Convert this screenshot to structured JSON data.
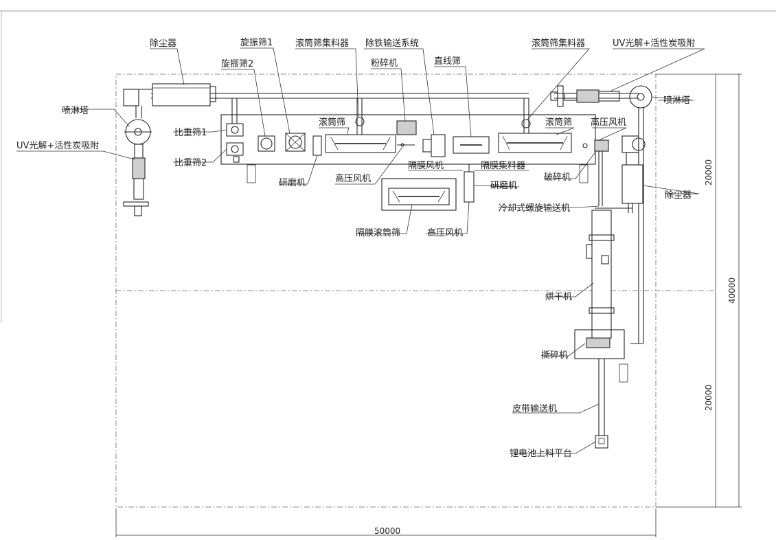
{
  "labels": {
    "dust_collector_top": "除尘器",
    "rotary_screen_1": "旋振筛1",
    "rotary_screen_2": "旋振筛2",
    "drum_collector_1": "滚筒筛集料器",
    "iron_removal": "除铁输送系统",
    "pulverizer": "粉碎机",
    "linear_screen": "直线筛",
    "drum_collector_2": "滚筒筛集料器",
    "uv_carbon_right": "UV光解+活性炭吸附",
    "spray_tower_right": "喷淋塔",
    "spray_tower_left": "喷淋塔",
    "uv_carbon_left": "UV光解+活性炭吸附",
    "gravity_screen_1": "比重筛1",
    "gravity_screen_2": "比重筛2",
    "drum_screen_1": "滚筒筛",
    "drum_screen_2": "滚筒筛",
    "hp_fan_right": "高压风机",
    "grinder_1": "研磨机",
    "hp_fan_mid": "高压风机",
    "membrane_fan": "隔膜风机",
    "membrane_collector": "隔膜集料器",
    "crusher": "破碎机",
    "grinder_2": "研磨机",
    "dust_collector_right": "除尘器",
    "cooling_screw": "冷却式螺旋输送机",
    "membrane_drum_screen": "隔膜滚筒筛",
    "hp_fan_bottom": "高压风机",
    "dryer": "烘干机",
    "shredder": "撕碎机",
    "belt_conveyor": "皮带输送机",
    "battery_platform": "锂电池上料平台"
  },
  "dimensions": {
    "width_total": "50000",
    "height_upper": "20000",
    "height_lower": "20000",
    "height_total": "40000"
  }
}
